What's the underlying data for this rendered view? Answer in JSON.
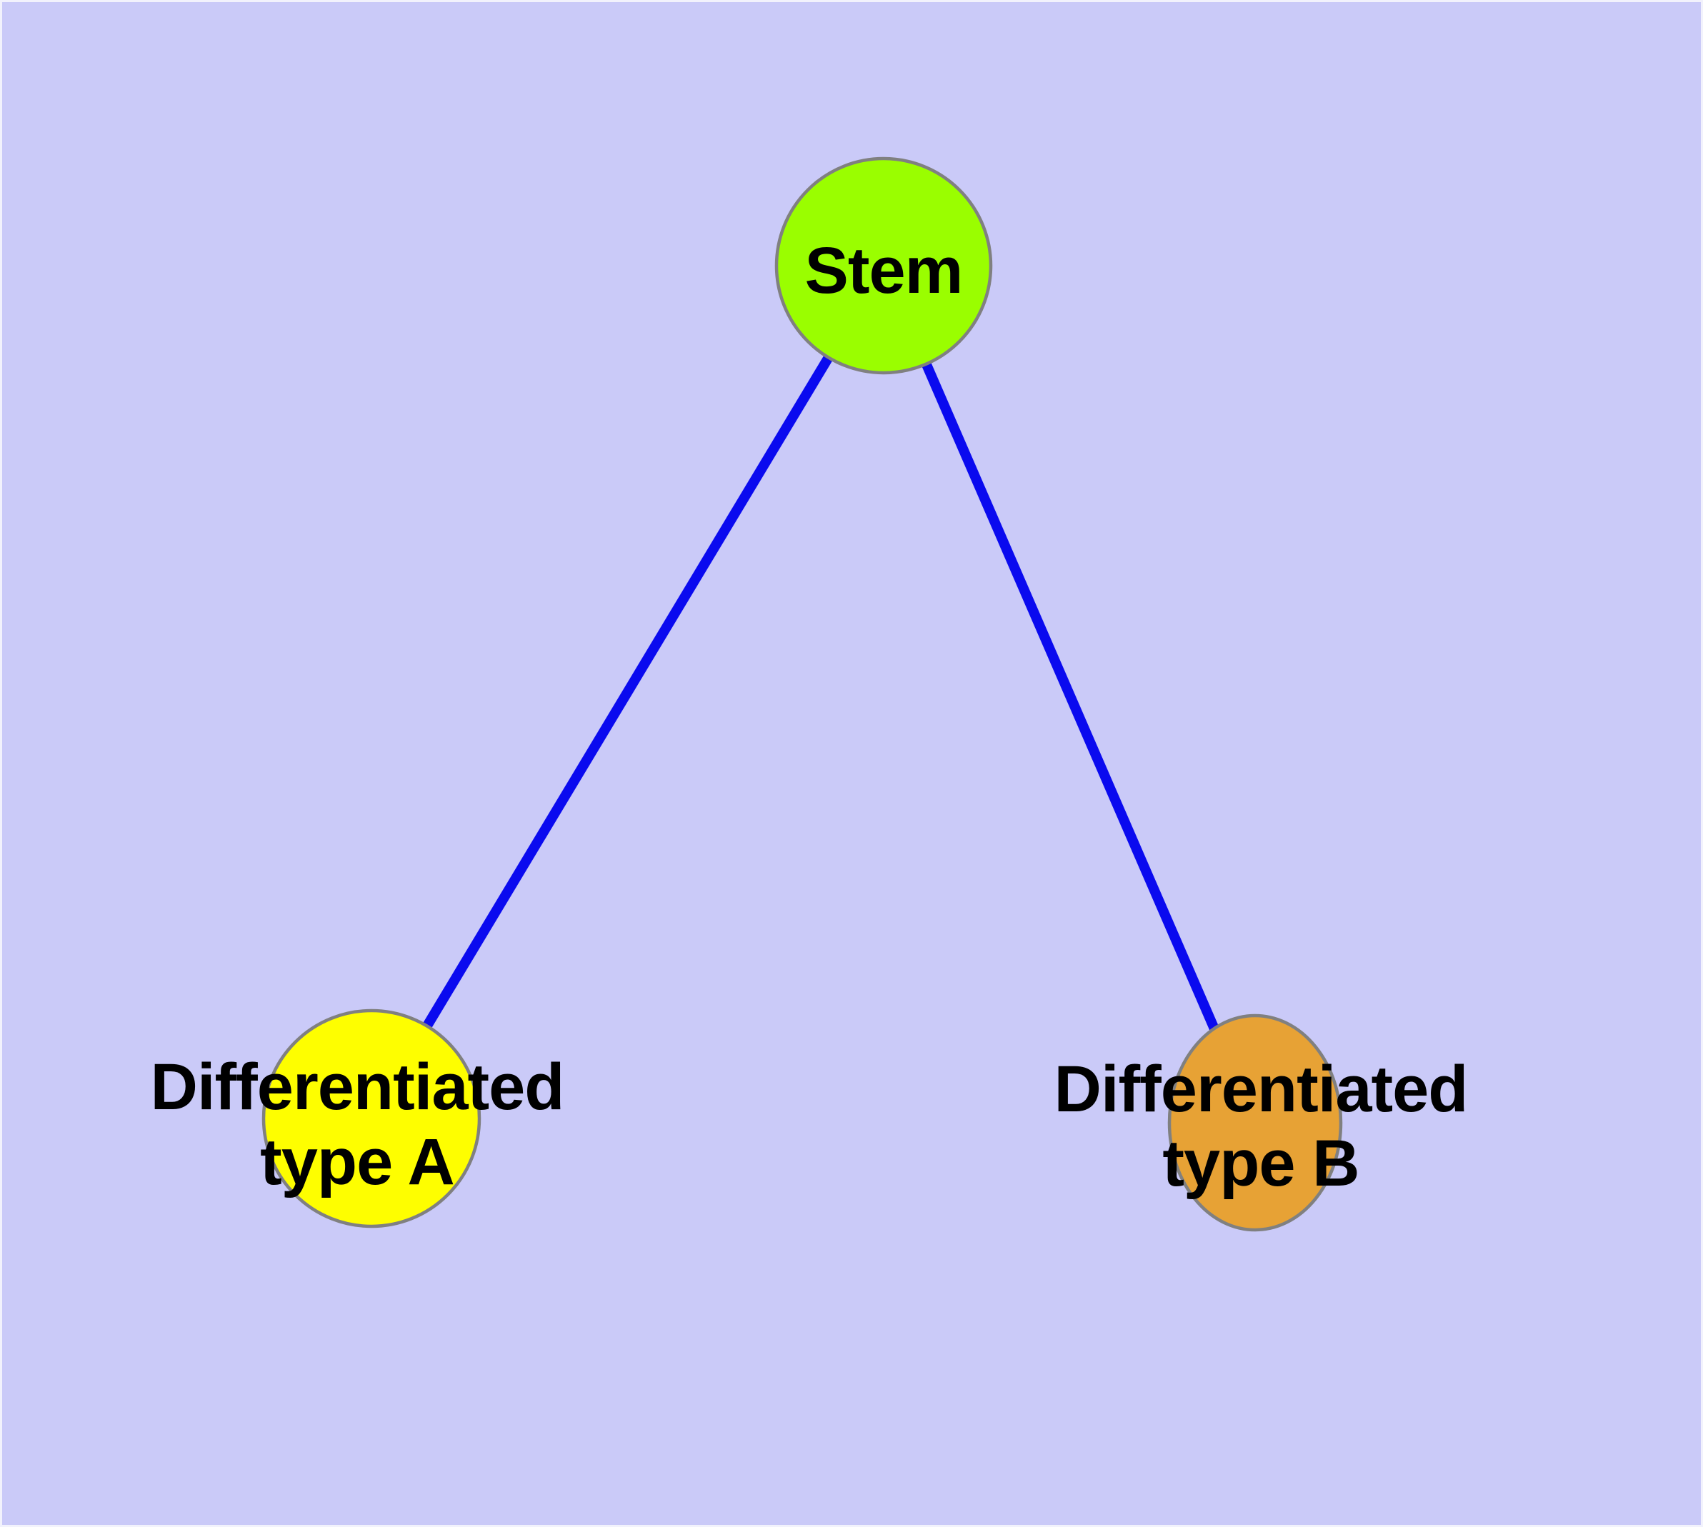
{
  "diagram": {
    "type": "graph",
    "description": "Stem cell differentiation tree: one stem node with two differentiated child types",
    "colors": {
      "background": "#CACAF8",
      "outer_margin": "#F2F2FC",
      "node_border": "#808080",
      "edge": "#0A0AEF",
      "label_text": "#000000",
      "stem_fill": "#9AFE00",
      "type_a_fill": "#FEFE00",
      "type_b_fill": "#E7A235"
    },
    "nodes": {
      "stem": {
        "label": "Stem",
        "fill": "#9AFE00",
        "shape": "circle"
      },
      "type_a": {
        "label_line1": "Differentiated",
        "label_line2": "type A",
        "fill": "#FEFE00",
        "shape": "circle"
      },
      "type_b": {
        "label_line1": "Differentiated",
        "label_line2": "type B",
        "fill": "#E7A235",
        "shape": "ellipse"
      }
    },
    "edges": [
      {
        "from": "Stem",
        "to": "Differentiated type A",
        "color": "#0A0AEF"
      },
      {
        "from": "Stem",
        "to": "Differentiated type B",
        "color": "#0A0AEF"
      }
    ]
  }
}
